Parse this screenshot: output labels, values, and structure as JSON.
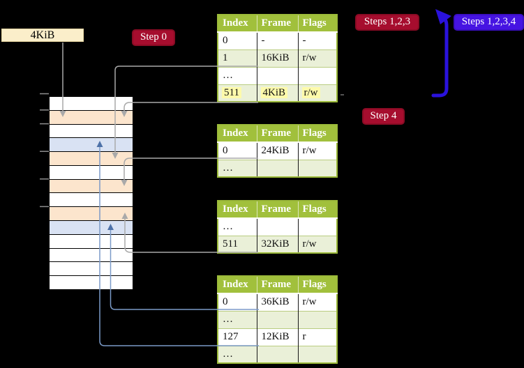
{
  "labels": {
    "page_size_box": "4KiB",
    "step0": "Step 0",
    "steps123": "Steps 1,2,3",
    "steps1234": "Steps 1,2,3,4",
    "step4": "Step 4"
  },
  "colors": {
    "background": "#000000",
    "table_header_green": "#a1c03c",
    "table_border_green": "#9cba3a",
    "row_light_green": "#eaf0d8",
    "highlight_yellow": "#fdfaab",
    "frame_peach": "#fce5cd",
    "frame_blue": "#d9e2f3",
    "label_red": "#a60d2e",
    "label_blue": "#4614e2",
    "connector_gray": "#a9a9a9",
    "connector_blue": "#7b9ac8",
    "big_arrow_blue": "#2a12dc",
    "cream_box": "#fbeeca"
  },
  "icons": {
    "down-arrow": "▼",
    "up-arrow": "▲",
    "big-curved-arrow": "⮍"
  },
  "tables": [
    {
      "headers": [
        "Index",
        "Frame",
        "Flags"
      ],
      "rows": [
        {
          "index": "0",
          "frame": "-",
          "flags": "-",
          "shade": false,
          "highlight": false
        },
        {
          "index": "1",
          "frame": "16KiB",
          "flags": "r/w",
          "shade": true,
          "highlight": false
        },
        {
          "index": "…",
          "frame": "",
          "flags": "",
          "shade": false,
          "highlight": false
        },
        {
          "index": "511",
          "frame": "4KiB",
          "flags": "r/w",
          "shade": true,
          "highlight": true
        }
      ]
    },
    {
      "headers": [
        "Index",
        "Frame",
        "Flags"
      ],
      "rows": [
        {
          "index": "0",
          "frame": "24KiB",
          "flags": "r/w",
          "shade": false,
          "highlight": false
        },
        {
          "index": "…",
          "frame": "",
          "flags": "",
          "shade": true,
          "highlight": false
        }
      ]
    },
    {
      "headers": [
        "Index",
        "Frame",
        "Flags"
      ],
      "rows": [
        {
          "index": "…",
          "frame": "",
          "flags": "",
          "shade": false,
          "highlight": false
        },
        {
          "index": "511",
          "frame": "32KiB",
          "flags": "r/w",
          "shade": true,
          "highlight": false
        }
      ]
    },
    {
      "headers": [
        "Index",
        "Frame",
        "Flags"
      ],
      "rows": [
        {
          "index": "0",
          "frame": "36KiB",
          "flags": "r/w",
          "shade": false,
          "highlight": false
        },
        {
          "index": "…",
          "frame": "",
          "flags": "",
          "shade": true,
          "highlight": false
        },
        {
          "index": "127",
          "frame": "12KiB",
          "flags": "r",
          "shade": false,
          "highlight": false
        },
        {
          "index": "…",
          "frame": "",
          "flags": "",
          "shade": true,
          "highlight": false
        }
      ]
    }
  ],
  "memory_strip": {
    "rows": [
      "w",
      "p",
      "w",
      "b",
      "p",
      "w",
      "p",
      "w",
      "p",
      "b",
      "w",
      "w",
      "w",
      "w"
    ]
  }
}
